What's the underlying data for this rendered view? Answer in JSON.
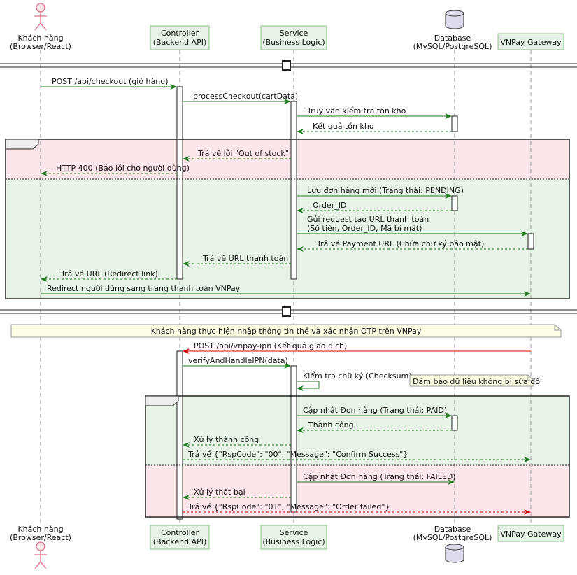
{
  "participants": [
    {
      "id": "customer",
      "line1": "Khách hàng",
      "line2": "(Browser/React)",
      "kind": "actor"
    },
    {
      "id": "controller",
      "line1": "Controller",
      "line2": "(Backend API)",
      "kind": "box"
    },
    {
      "id": "service",
      "line1": "Service",
      "line2": "(Business Logic)",
      "kind": "box"
    },
    {
      "id": "database",
      "line1": "Database",
      "line2": "(MySQL/PostgreSQL)",
      "kind": "database"
    },
    {
      "id": "vnpay",
      "line1": "VNPay Gateway",
      "line2": "",
      "kind": "box"
    }
  ],
  "messages": {
    "m1": "POST /api/checkout (giỏ hàng)",
    "m2": "processCheckout(cartData)",
    "m3": "Truy vấn kiểm tra tồn kho",
    "m4": "Kết quả tồn kho",
    "m5": "Trả về lỗi \"Out of stock\"",
    "m6": "HTTP 400 (Báo lỗi cho người dùng)",
    "m7": "Lưu đơn hàng mới (Trạng thái: PENDING)",
    "m8": "Order_ID",
    "m9a": "Gửi request tạo URL thanh toán",
    "m9b": "(Số tiền, Order_ID, Mã bí mật)",
    "m10": "Trả về Payment URL (Chứa chữ ký bảo mật)",
    "m11": "Trả về URL thanh toán",
    "m12": "Trả về URL (Redirect link)",
    "m13": "Redirect người dùng sang trang thanh toán VNPay",
    "m14": "POST /api/vnpay-ipn (Kết quả giao dịch)",
    "m15": "verifyAndHandleIPN(data)",
    "m16": "Kiểm tra chữ ký (Checksum)",
    "m17": "Cập nhật Đơn hàng (Trạng thái: PAID)",
    "m18": "Thành công",
    "m19": "Xử lý thành công",
    "m20": "Trả về {\"RspCode\": \"00\", \"Message\": \"Confirm Success\"}",
    "m21": "Cập nhật Đơn hàng (Trạng thái: FAILED)",
    "m22": "Xử lý thất bại",
    "m23": "Trả về {\"RspCode\": \"01\", \"Message\": \"Order failed\"}"
  },
  "notes": {
    "otp": "Khách hàng thực hiện nhập thông tin thẻ và xác nhận OTP trên VNPay",
    "integrity": "Đảm bảo dữ liệu không bị sửa đổi"
  },
  "colors": {
    "arrow": "#1e7b1e",
    "error_arrow": "#d40000",
    "participant_fill": "#e6f3e6",
    "participant_border": "#8fbf8f",
    "fail_zone": "#fde6ea",
    "success_zone": "#e7f3e7",
    "note_fill": "#fdfde3",
    "actor": "#e0708a",
    "db_fill": "#dcdcec"
  }
}
